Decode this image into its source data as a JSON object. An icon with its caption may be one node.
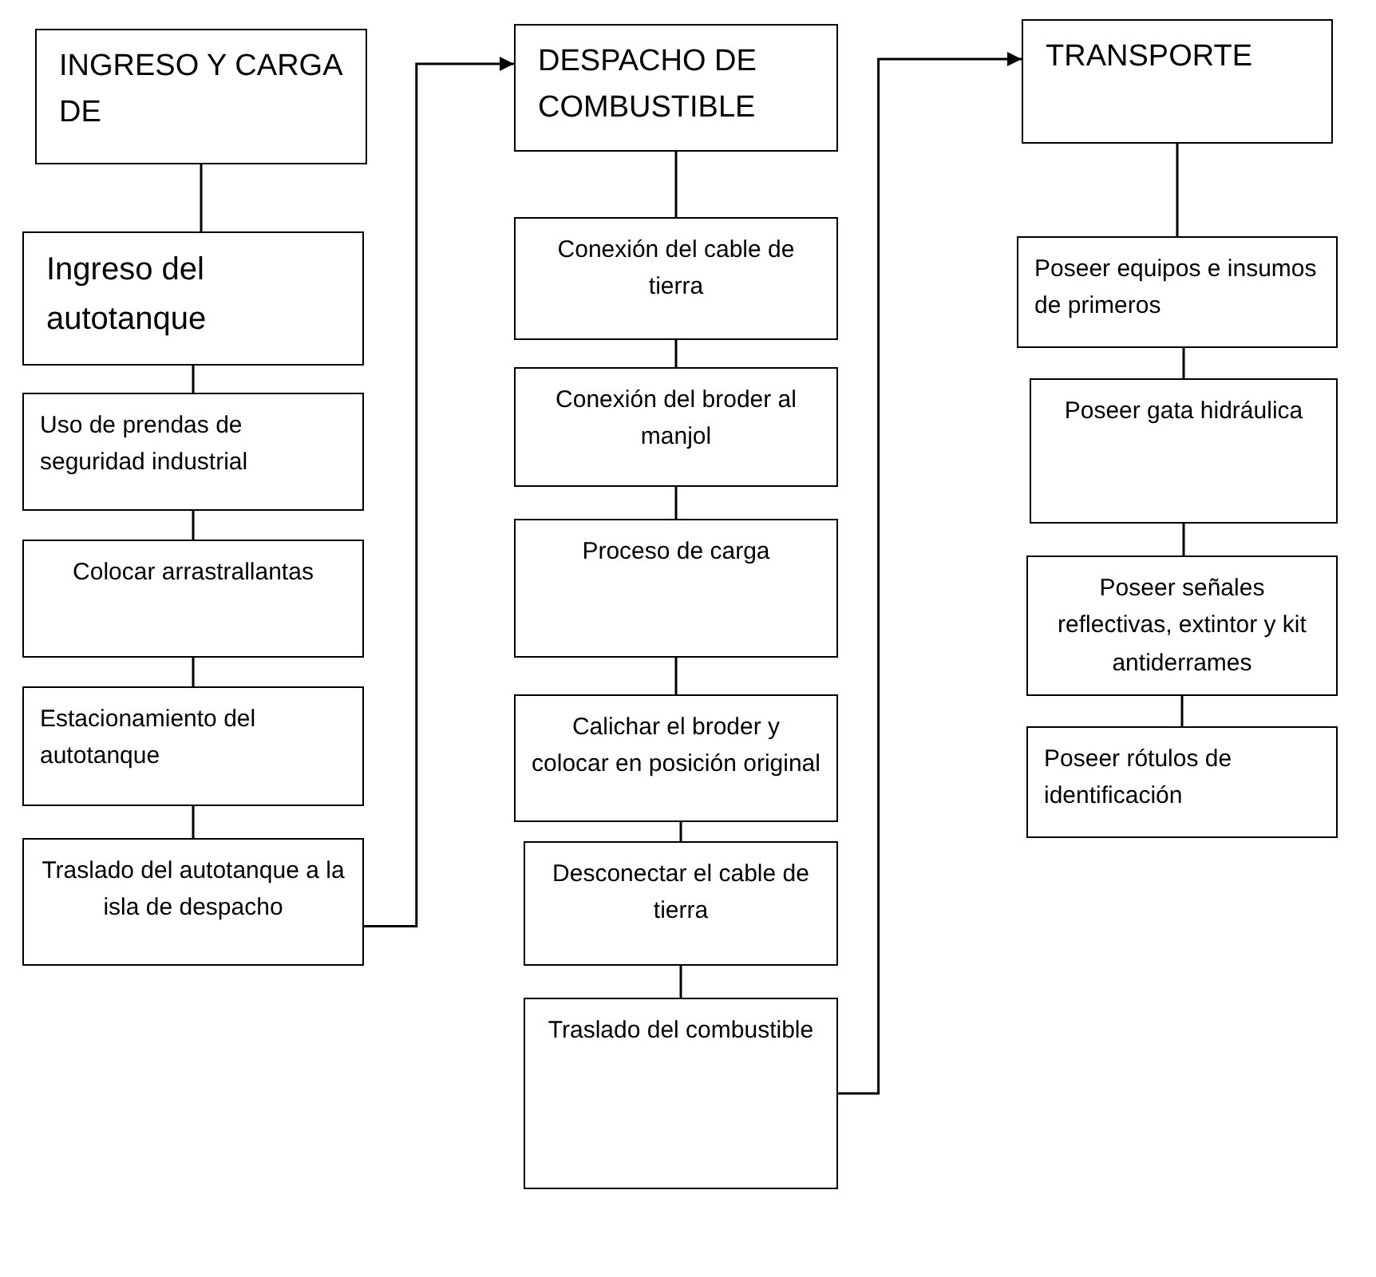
{
  "diagram": {
    "nodes": [
      {
        "text": [
          "INGRESO Y CARGA DE"
        ]
      },
      {
        "text": [
          "Ingreso del autotanque"
        ]
      },
      {
        "text": [
          "Uso de prendas de seguridad industrial"
        ]
      },
      {
        "text": [
          "Colocar arrastrallantas"
        ]
      },
      {
        "text": [
          "Estacionamiento del autotanque"
        ]
      },
      {
        "text": [
          "Traslado del autotanque a la isla de despacho"
        ]
      },
      {
        "text": [
          "DESPACHO DE COMBUSTIBLE"
        ]
      },
      {
        "text": [
          "Conexión del cable de tierra"
        ]
      },
      {
        "text": [
          "Conexión del broder al manjol"
        ]
      },
      {
        "text": [
          "Proceso de carga"
        ]
      },
      {
        "text": [
          "Calichar el broder y colocar en posición original"
        ]
      },
      {
        "text": [
          "Desconectar el cable de tierra"
        ]
      },
      {
        "text": [
          "Traslado del combustible"
        ]
      },
      {
        "text": [
          "TRANSPORTE"
        ]
      },
      {
        "text": [
          "Poseer equipos e insumos de primeros"
        ]
      },
      {
        "text": [
          "Poseer gata hidráulica"
        ]
      },
      {
        "text": [
          "Poseer señales reflectivas, extintor y kit antiderrames"
        ]
      },
      {
        "text": [
          "Poseer rótulos de identificación"
        ]
      }
    ],
    "edges": [
      {
        "from": 0,
        "to": 1,
        "arrow": "none"
      },
      {
        "from": 1,
        "to": 2,
        "arrow": "none"
      },
      {
        "from": 2,
        "to": 3,
        "arrow": "none"
      },
      {
        "from": 3,
        "to": 4,
        "arrow": "none"
      },
      {
        "from": 4,
        "to": 5,
        "arrow": "none"
      },
      {
        "from": 5,
        "to": 6,
        "arrow": "to"
      },
      {
        "from": 6,
        "to": 7,
        "arrow": "none"
      },
      {
        "from": 7,
        "to": 8,
        "arrow": "none"
      },
      {
        "from": 8,
        "to": 9,
        "arrow": "none"
      },
      {
        "from": 9,
        "to": 10,
        "arrow": "none"
      },
      {
        "from": 10,
        "to": 11,
        "arrow": "none"
      },
      {
        "from": 11,
        "to": 12,
        "arrow": "none"
      },
      {
        "from": 12,
        "to": 13,
        "arrow": "to"
      },
      {
        "from": 13,
        "to": 14,
        "arrow": "none"
      },
      {
        "from": 14,
        "to": 15,
        "arrow": "none"
      },
      {
        "from": 15,
        "to": 16,
        "arrow": "none"
      },
      {
        "from": 16,
        "to": 17,
        "arrow": "none"
      }
    ]
  }
}
